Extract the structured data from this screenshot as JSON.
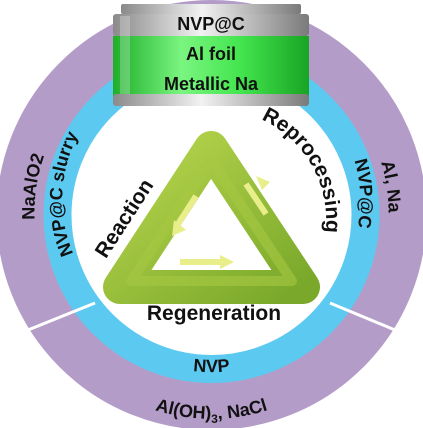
{
  "battery": {
    "lines": [
      "NVP@C",
      "Al foil",
      "Metallic Na"
    ]
  },
  "ring_outer": {
    "left": "NaAlO2",
    "right": "Al, Na",
    "bottom_prefix": "Al(OH)",
    "bottom_sub": "3",
    "bottom_suffix": ", NaCl"
  },
  "ring_inner": {
    "left": "NVP@C slurry",
    "right": "NVP@C",
    "bottom": "NVP"
  },
  "cycle": {
    "reaction": "Reaction",
    "reprocessing": "Reprocessing",
    "regeneration": "Regeneration"
  },
  "colors": {
    "outer_ring": "#b49cc8",
    "inner_ring": "#5ccaf0",
    "battery_green": "#3fe84a",
    "cycle_green": "#9cc43c",
    "arrow_yellow": "#e8ee8a"
  }
}
